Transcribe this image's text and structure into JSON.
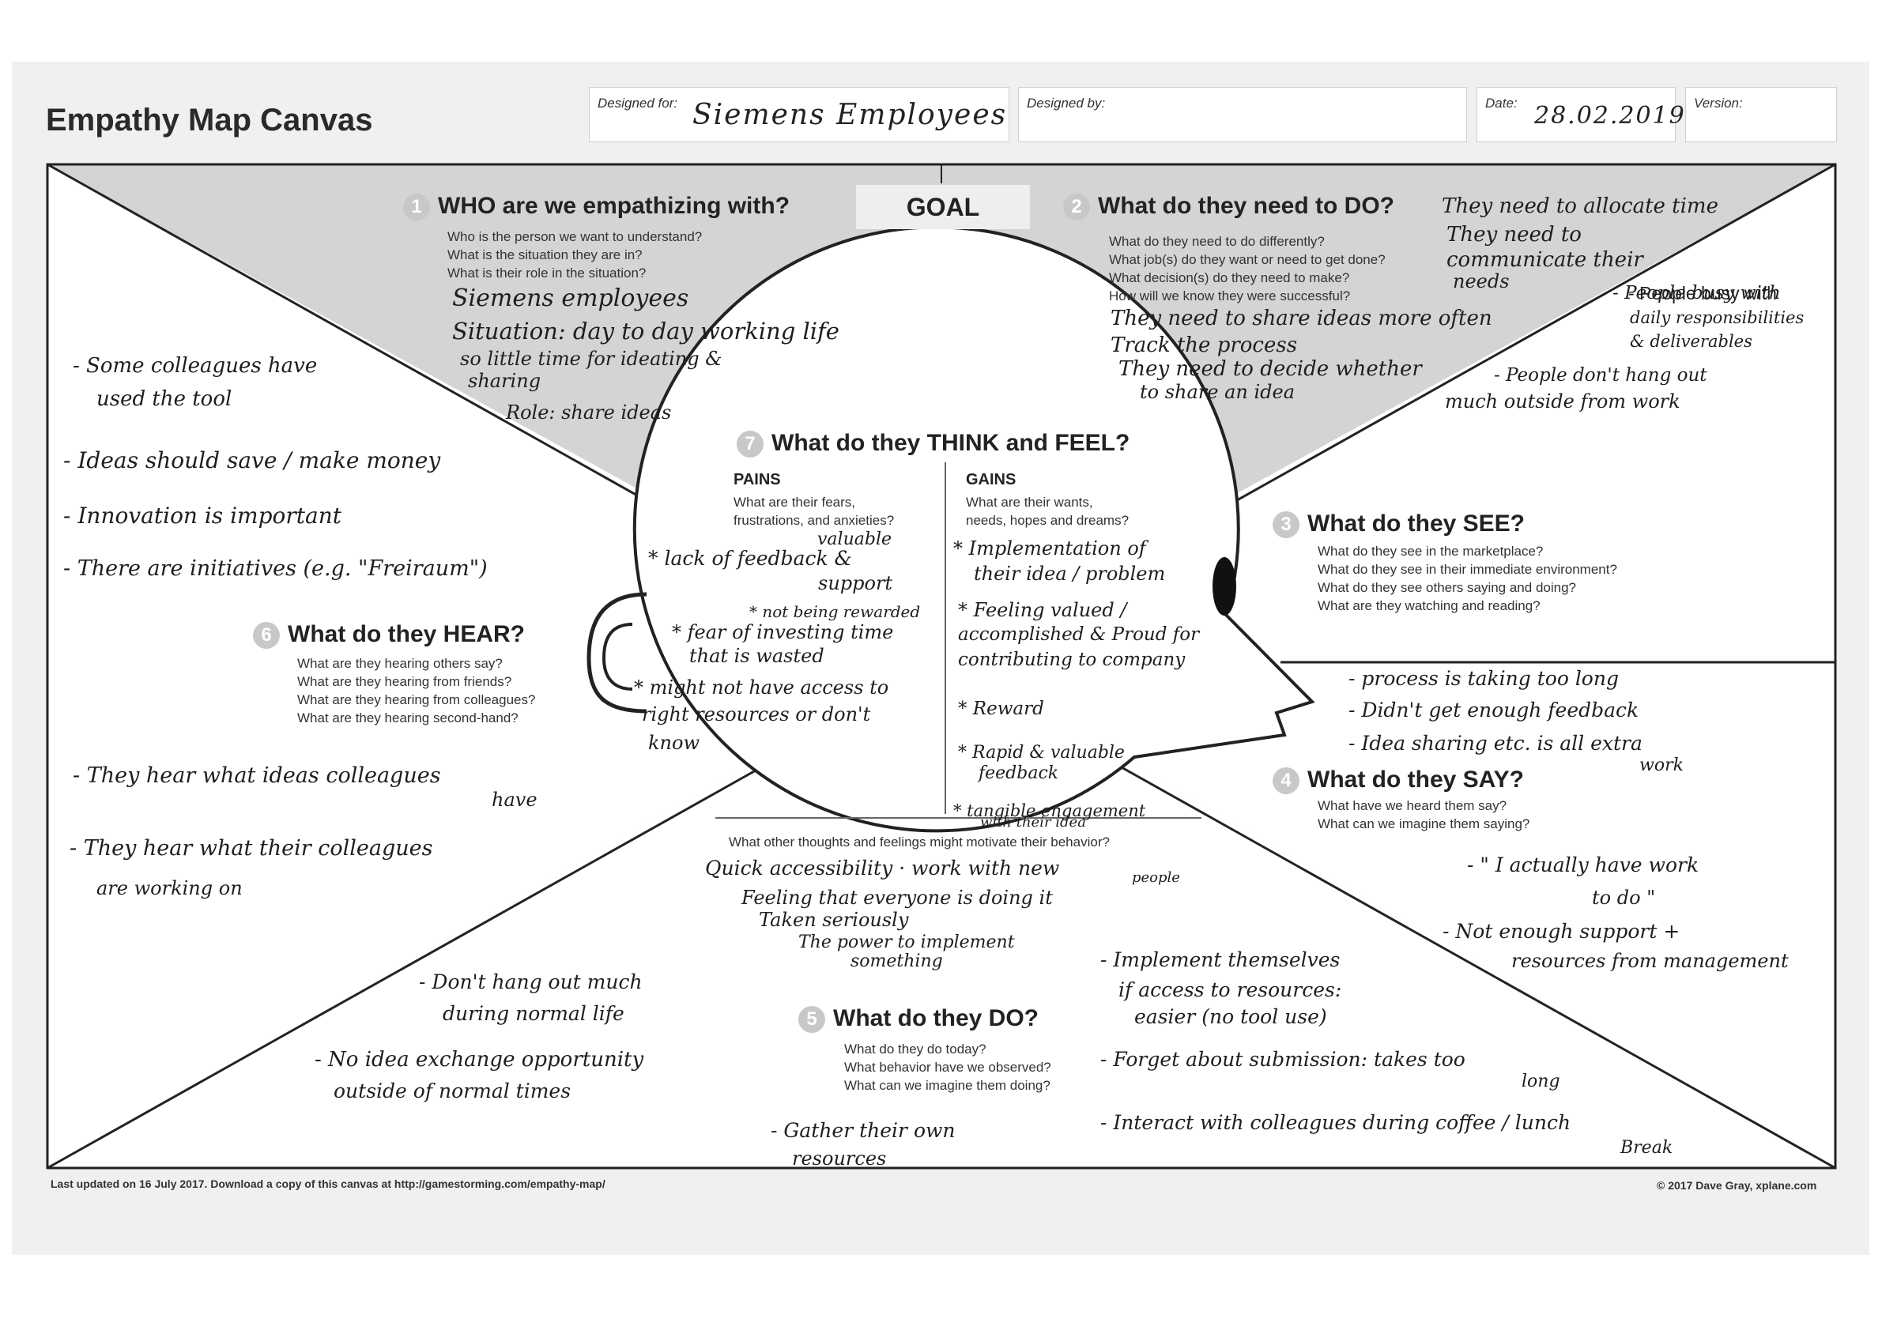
{
  "header": {
    "title": "Empathy Map Canvas",
    "designed_for_label": "Designed for:",
    "designed_for_value": "Siemens Employees",
    "designed_by_label": "Designed by:",
    "designed_by_value": "",
    "date_label": "Date:",
    "date_value": "28.02.2019",
    "version_label": "Version:",
    "version_value": ""
  },
  "goal": {
    "label": "GOAL"
  },
  "sections": {
    "who": {
      "number": "1",
      "title": "WHO are we empathizing with?",
      "questions": [
        "Who is the person we want to understand?",
        "What is the situation they are in?",
        "What is their role in the situation?"
      ],
      "notes": [
        "Siemens employees",
        "Situation: day to day working life",
        "so little time for ideating &",
        "sharing",
        "Role: share ideas"
      ]
    },
    "do_need": {
      "number": "2",
      "title": "What do they need to DO?",
      "questions": [
        "What do they need to do differently?",
        "What job(s) do they want or need to get done?",
        "What decision(s) do they need to make?",
        "How will we know they were successful?"
      ],
      "notes": [
        "They need to allocate time",
        "They need to",
        "communicate their",
        "needs",
        "They need to share ideas more often",
        "Track the process",
        "They need to decide whether",
        "to share an idea"
      ]
    },
    "see": {
      "number": "3",
      "title": "What do they SEE?",
      "questions": [
        "What do they see in the marketplace?",
        "What do they see in their immediate environment?",
        "What do they see others saying and doing?",
        "What are they watching and reading?"
      ],
      "notes": [
        "- People busy with",
        "daily responsibilities",
        "& deliverables",
        "- People don't hang out",
        "much outside from work"
      ]
    },
    "say": {
      "number": "4",
      "title": "What do they SAY?",
      "questions": [
        "What have we heard them say?",
        "What can we imagine them saying?"
      ],
      "notes": [
        "- process is taking too long",
        "- Didn't get enough feedback",
        "- Idea sharing etc. is all extra",
        "work",
        "- \" I actually have work",
        "to do \"",
        "- Not enough support +",
        "resources from management"
      ]
    },
    "do_today": {
      "number": "5",
      "title": "What do they DO?",
      "questions": [
        "What do they do today?",
        "What behavior have we observed?",
        "What can we imagine them doing?"
      ],
      "notes_left": [
        "- Don't hang out much",
        "during normal life",
        "- No idea exchange opportunity",
        "outside of normal times"
      ],
      "notes_right": [
        "- Implement themselves",
        "if access to resources:",
        "easier (no tool use)",
        "- Forget about submission: takes too",
        "long",
        "- Interact with colleagues during coffee / lunch",
        "Break"
      ],
      "notes_bottom": [
        "- Gather their own",
        "resources"
      ]
    },
    "hear": {
      "number": "6",
      "title": "What do they HEAR?",
      "questions": [
        "What are they hearing others say?",
        "What are they hearing from friends?",
        "What are they hearing from colleagues?",
        "What are they hearing second-hand?"
      ],
      "notes_top": [
        "- Some colleagues have",
        "used the tool",
        "- Ideas should save / make money",
        "- Innovation is important",
        "- There are initiatives (e.g. \"Freiraum\")"
      ],
      "notes_bottom": [
        "- They hear what ideas colleagues",
        "have",
        "- They hear what their colleagues",
        "are working on"
      ]
    },
    "think_feel": {
      "number": "7",
      "title": "What do they THINK and FEEL?",
      "pains_label": "PAINS",
      "pains_question": [
        "What are their fears,",
        "frustrations, and anxieties?"
      ],
      "gains_label": "GAINS",
      "gains_question": [
        "What are their wants,",
        "needs, hopes and dreams?"
      ],
      "pains_notes": [
        "valuable",
        "* lack of feedback &",
        "support",
        "* not being rewarded",
        "* fear of investing time",
        "that is wasted",
        "* might not have access to",
        "right resources or don't",
        "know"
      ],
      "gains_notes": [
        "* Implementation of",
        "their idea / problem",
        "* Feeling valued /",
        "accomplished & Proud for",
        "contributing to company",
        "* Reward",
        "* Rapid & valuable",
        "feedback",
        "* tangible engagement",
        "with their idea"
      ],
      "other_question": "What other thoughts and feelings might motivate their behavior?",
      "other_notes": [
        "Quick accessibility · work with new",
        "people",
        "Feeling that everyone is doing it",
        "Taken seriously",
        "The power to implement",
        "something"
      ]
    }
  },
  "footer": {
    "left": "Last updated on 16 July 2017. Download a copy of this canvas at http://gamestorming.com/empathy-map/",
    "right": "© 2017 Dave Gray, xplane.com"
  }
}
